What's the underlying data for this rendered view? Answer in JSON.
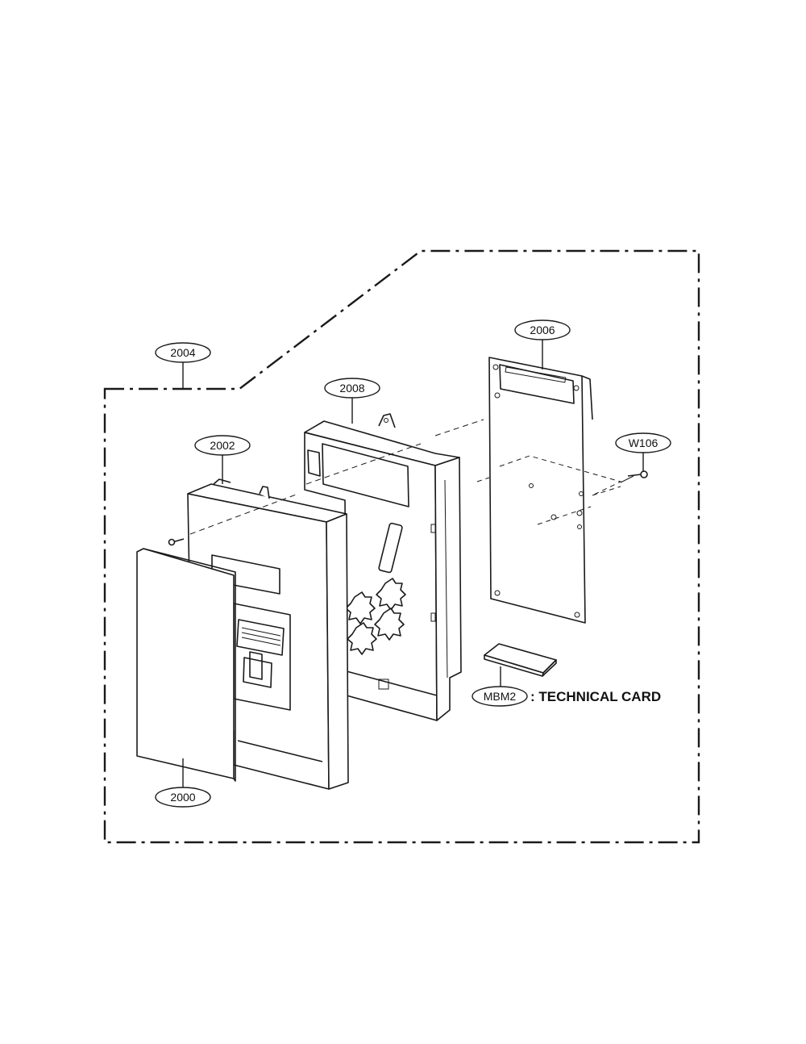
{
  "callouts": {
    "c2004": "2004",
    "c2008": "2008",
    "c2006": "2006",
    "c2002": "2002",
    "cw106": "W106",
    "c2000": "2000",
    "cmbm2": "MBM2"
  },
  "technical_card_label": ": TECHNICAL CARD",
  "colors": {
    "line": "#1a1a1a",
    "background": "#ffffff"
  }
}
